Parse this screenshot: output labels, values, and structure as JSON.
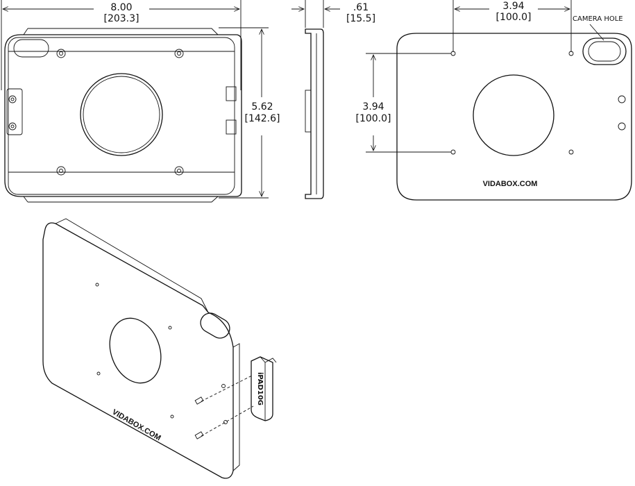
{
  "dimensions": {
    "width": {
      "inches": "8.00",
      "mm": "[203.3]"
    },
    "depth": {
      "inches": ".61",
      "mm": "[15.5]"
    },
    "height": {
      "inches": "5.62",
      "mm": "[142.6]"
    },
    "hole_spacing_horizontal": {
      "inches": "3.94",
      "mm": "[100.0]"
    },
    "hole_spacing_vertical": {
      "inches": "3.94",
      "mm": "[100.0]"
    }
  },
  "labels": {
    "camera_hole": "CAMERA HOLE",
    "brand_back": "VIDABOX.COM",
    "brand_iso": "VIDABOX.COM",
    "block_text": "iPAD10G"
  }
}
